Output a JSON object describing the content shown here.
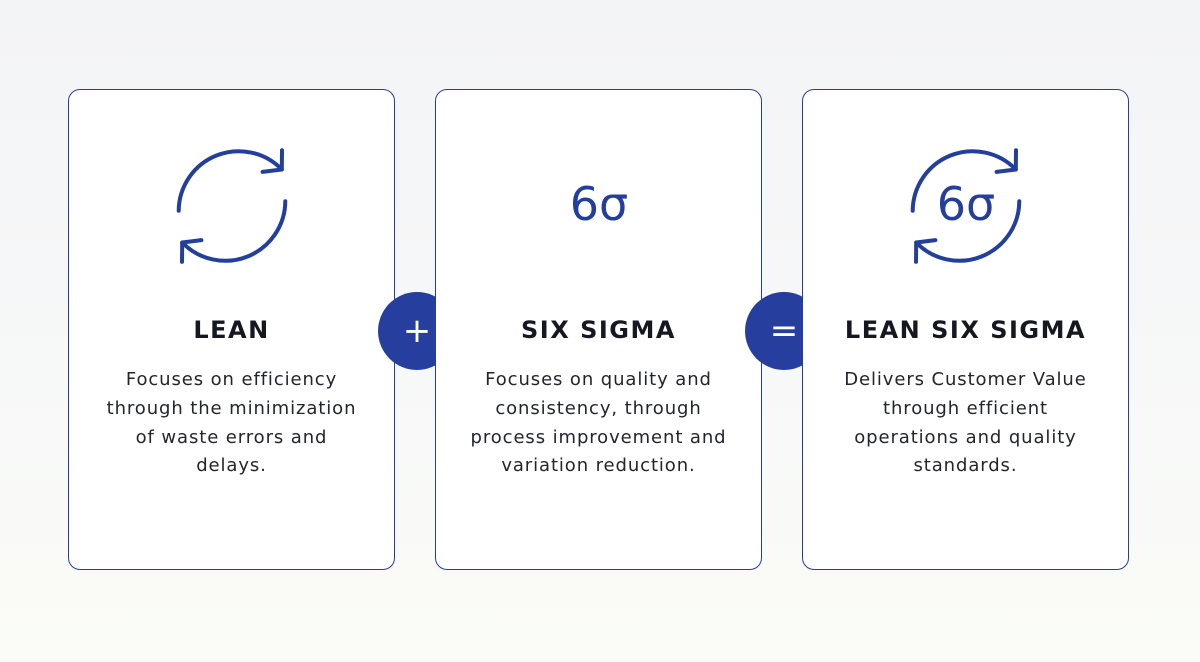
{
  "cards": [
    {
      "title": "LEAN",
      "description": "Focuses on efficiency through the minimization of waste errors and delays.",
      "icon": "cycle-arrows-icon"
    },
    {
      "title": "SIX SIGMA",
      "description": "Focuses on quality and consistency, through process improvement and variation reduction.",
      "icon_text": "6σ"
    },
    {
      "title": "LEAN SIX SIGMA",
      "description": "Delivers Customer Value through efficient operations and quality standards.",
      "icon_text": "6σ"
    }
  ],
  "operators": {
    "plus": "+",
    "equals": "="
  },
  "colors": {
    "accent": "#263f9e",
    "title": "#151821",
    "text": "#22252d",
    "card_bg": "#ffffff"
  }
}
